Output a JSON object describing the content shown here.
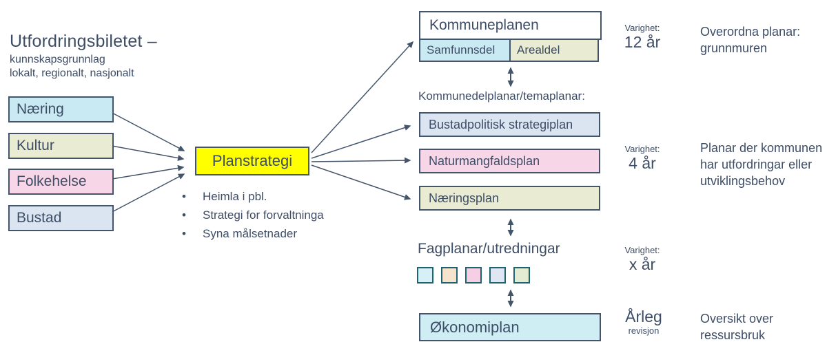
{
  "colors": {
    "text": "#3e4d66",
    "border": "#44546a",
    "arrow": "#44546a",
    "yellow": "#ffff00",
    "cyan": "#c9eaf3",
    "green": "#e9ecd2",
    "pink": "#f7d6e7",
    "blue": "#dbe5f2",
    "white": "#ffffff",
    "okonomiplan_cyan": "#cfeef4",
    "square_border": "#1e6470"
  },
  "header": {
    "title": "Utfordringsbiletet –",
    "subtitle1": "kunnskapsgrunnlag",
    "subtitle2": "lokalt, regionalt, nasjonalt"
  },
  "left_boxes": [
    {
      "label": "Næring",
      "color": "#c9eaf3"
    },
    {
      "label": "Kultur",
      "color": "#e9ecd2"
    },
    {
      "label": "Folkehelse",
      "color": "#f7d6e7"
    },
    {
      "label": "Bustad",
      "color": "#dbe5f2"
    }
  ],
  "planstrategi": {
    "label": "Planstrategi",
    "color": "#ffff00",
    "bullets": [
      "Heimla i pbl.",
      "Strategi for forvaltninga",
      "Syna målsetnader"
    ]
  },
  "kommuneplanen": {
    "title": "Kommuneplanen",
    "parts": [
      {
        "label": "Samfunnsdel",
        "color": "#c9eaf3"
      },
      {
        "label": "Arealdel",
        "color": "#e9ecd2"
      }
    ]
  },
  "kommunedelplanar": {
    "heading": "Kommunedelplanar/temaplanar:",
    "boxes": [
      {
        "label": "Bustadpolitisk strategiplan",
        "color": "#dbe5f2"
      },
      {
        "label": "Naturmangfaldsplan",
        "color": "#f7d6e7"
      },
      {
        "label": "Næringsplan",
        "color": "#e9ecd2"
      }
    ]
  },
  "fagplanar": {
    "heading": "Fagplanar/utredningar",
    "squares": [
      "#d6f0f5",
      "#f6e3cc",
      "#f5cfe2",
      "#dfe7f3",
      "#e3ecd3"
    ]
  },
  "okonomiplan": {
    "label": "Økonomiplan",
    "color": "#cfeef4"
  },
  "durations": [
    {
      "label": "Varighet:",
      "value": "12 år"
    },
    {
      "label": "Varighet:",
      "value": "4 år"
    },
    {
      "label": "Varighet:",
      "value": "x år"
    },
    {
      "label": "Årleg",
      "value": "revisjon"
    }
  ],
  "annotations": [
    {
      "line1": "Overordna planar:",
      "line2": "grunnmuren",
      "line3": ""
    },
    {
      "line1": "Planar der kommunen",
      "line2": "har utfordringar eller",
      "line3": "utviklingsbehov"
    },
    {
      "line1": "Oversikt over",
      "line2": "ressursbruk",
      "line3": ""
    }
  ]
}
